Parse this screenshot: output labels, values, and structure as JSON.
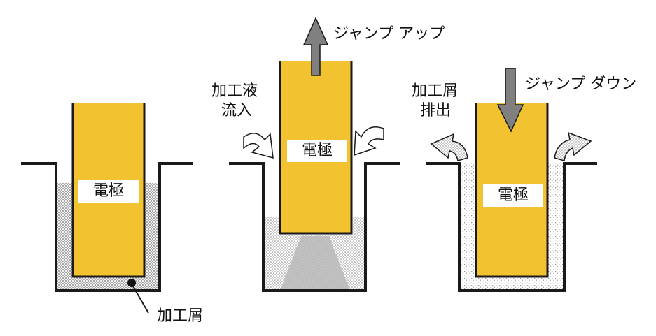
{
  "panel1": {
    "electrode_label": "電極",
    "debris_label": "加工屑"
  },
  "panel2": {
    "electrode_label": "電極",
    "action_label": "ジャンプ アップ",
    "inflow_label_line1": "加工液",
    "inflow_label_line2": "流入"
  },
  "panel3": {
    "electrode_label": "電極",
    "action_label": "ジャンプ ダウン",
    "discharge_label_line1": "加工屑",
    "discharge_label_line2": "排出"
  },
  "colors": {
    "electrode": "#f2c230",
    "outline": "#1a1a1a",
    "arrow_gray": "#808080",
    "fluid_dots": "#8a8a8a"
  }
}
